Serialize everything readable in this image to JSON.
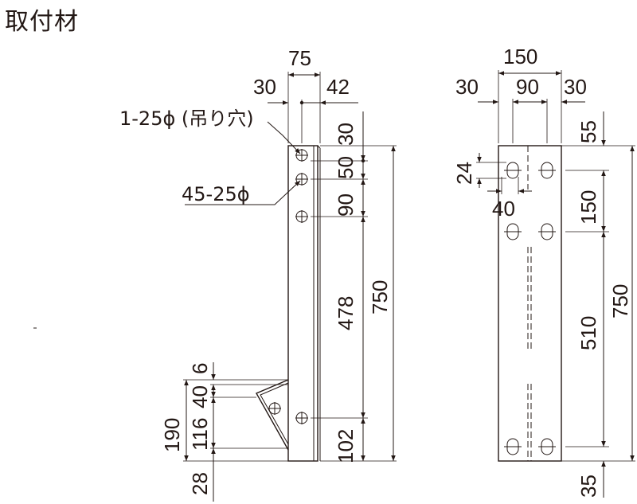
{
  "title": "取付材",
  "notes": {
    "hang_hole": "1-25ϕ (吊り穴)",
    "holes": "45-25ϕ"
  },
  "side_view": {
    "top_dims": {
      "total": "75",
      "left": "30",
      "right": "42"
    },
    "right_dims": {
      "d1": "30",
      "d2": "50",
      "d3": "90",
      "d4": "478",
      "d5": "102",
      "total": "750"
    },
    "left_dims": {
      "d1": "6",
      "d2": "40",
      "d3": "116",
      "d4": "28",
      "total": "190"
    }
  },
  "front_view": {
    "top_dims": {
      "total": "150",
      "left": "30",
      "mid": "90",
      "right": "30"
    },
    "hole_dims": {
      "height": "24",
      "width": "40"
    },
    "right_dims": {
      "d1": "55",
      "d2": "150",
      "d3": "510",
      "d4": "35",
      "total": "750"
    }
  }
}
